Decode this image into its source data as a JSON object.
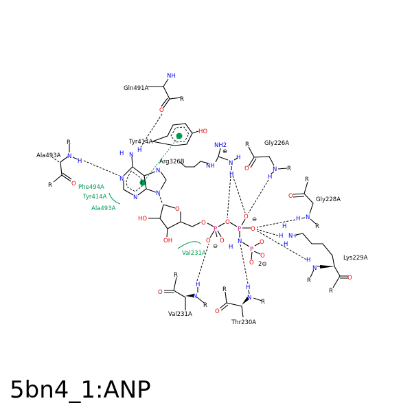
{
  "title": "5bn4_1:ANP",
  "residues": {
    "gln491a": "Gln491A",
    "tyr414a": "Tyr414A",
    "ala493a": "Ala493A",
    "arg326b": "Arg326B",
    "gly226a": "Gly226A",
    "gly228a": "Gly228A",
    "lys229a": "Lys229A",
    "val231a": "Val231A",
    "thr230a": "Thr230A"
  },
  "hydrophobic_labels": [
    "Phe494A",
    "Tyr414A",
    "Ala493A",
    "Val231A"
  ],
  "atoms": {
    "N": "N",
    "NH": "NH",
    "NH2": "NH2",
    "H": "H",
    "O": "O",
    "R": "R",
    "P": "P",
    "HO": "HO",
    "OH": "OH",
    "minus": "⊖",
    "plus": "⊕",
    "twominus": "2⊖",
    "nplus": "N+"
  },
  "colors": {
    "nitrogen": "#0000ee",
    "oxygen": "#ee0000",
    "phosphorus": "#d4007a",
    "interaction": "#00994d"
  }
}
